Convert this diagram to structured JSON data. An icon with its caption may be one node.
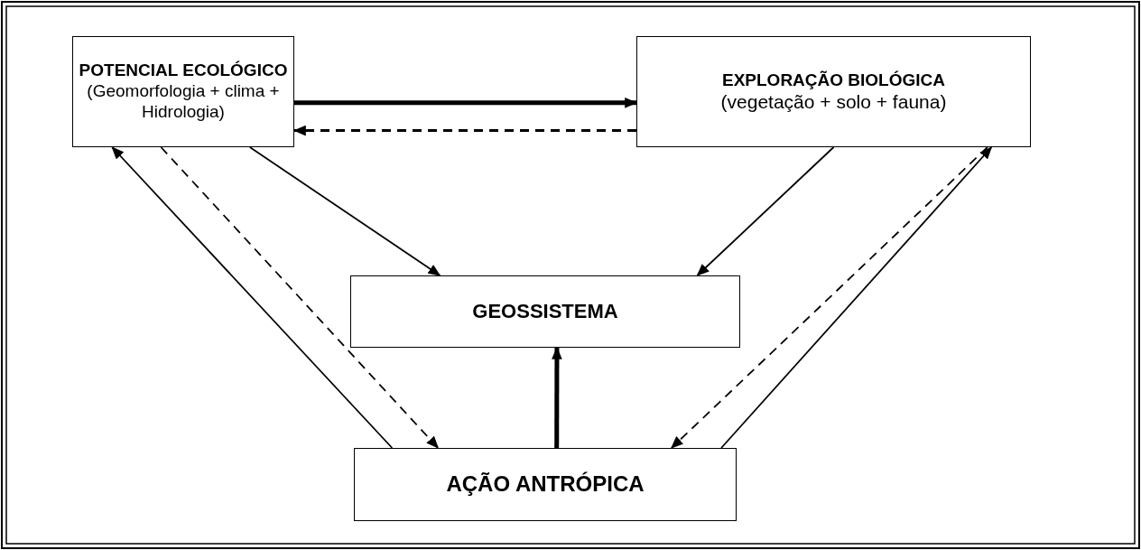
{
  "diagram": {
    "nodes": [
      {
        "text": [
          "POTENCIAL ECOLÓGICO",
          "(Geomorfologia + clima + Hidrologia)"
        ]
      },
      {
        "text": [
          "EXPLORAÇÃO BIOLÓGICA",
          "(vegetação + solo + fauna)"
        ]
      },
      {
        "text": [
          "GEOSSISTEMA"
        ]
      },
      {
        "text": [
          "AÇÃO ANTRÓPICA"
        ]
      }
    ],
    "edges": [
      {
        "from": 0,
        "to": 1,
        "arrow": "to",
        "style": "thick"
      },
      {
        "from": 1,
        "to": 0,
        "arrow": "to",
        "style": "dashed"
      },
      {
        "from": 0,
        "to": 2,
        "arrow": "to"
      },
      {
        "from": 1,
        "to": 2,
        "arrow": "to"
      },
      {
        "from": 3,
        "to": 0,
        "arrow": "to"
      },
      {
        "from": 0,
        "to": 3,
        "arrow": "to",
        "style": "dashed"
      },
      {
        "from": 3,
        "to": 2,
        "arrow": "to",
        "style": "thick"
      },
      {
        "from": 1,
        "to": 3,
        "arrow": "to",
        "style": "dashed"
      },
      {
        "from": 3,
        "to": 1,
        "arrow": "to"
      }
    ]
  }
}
